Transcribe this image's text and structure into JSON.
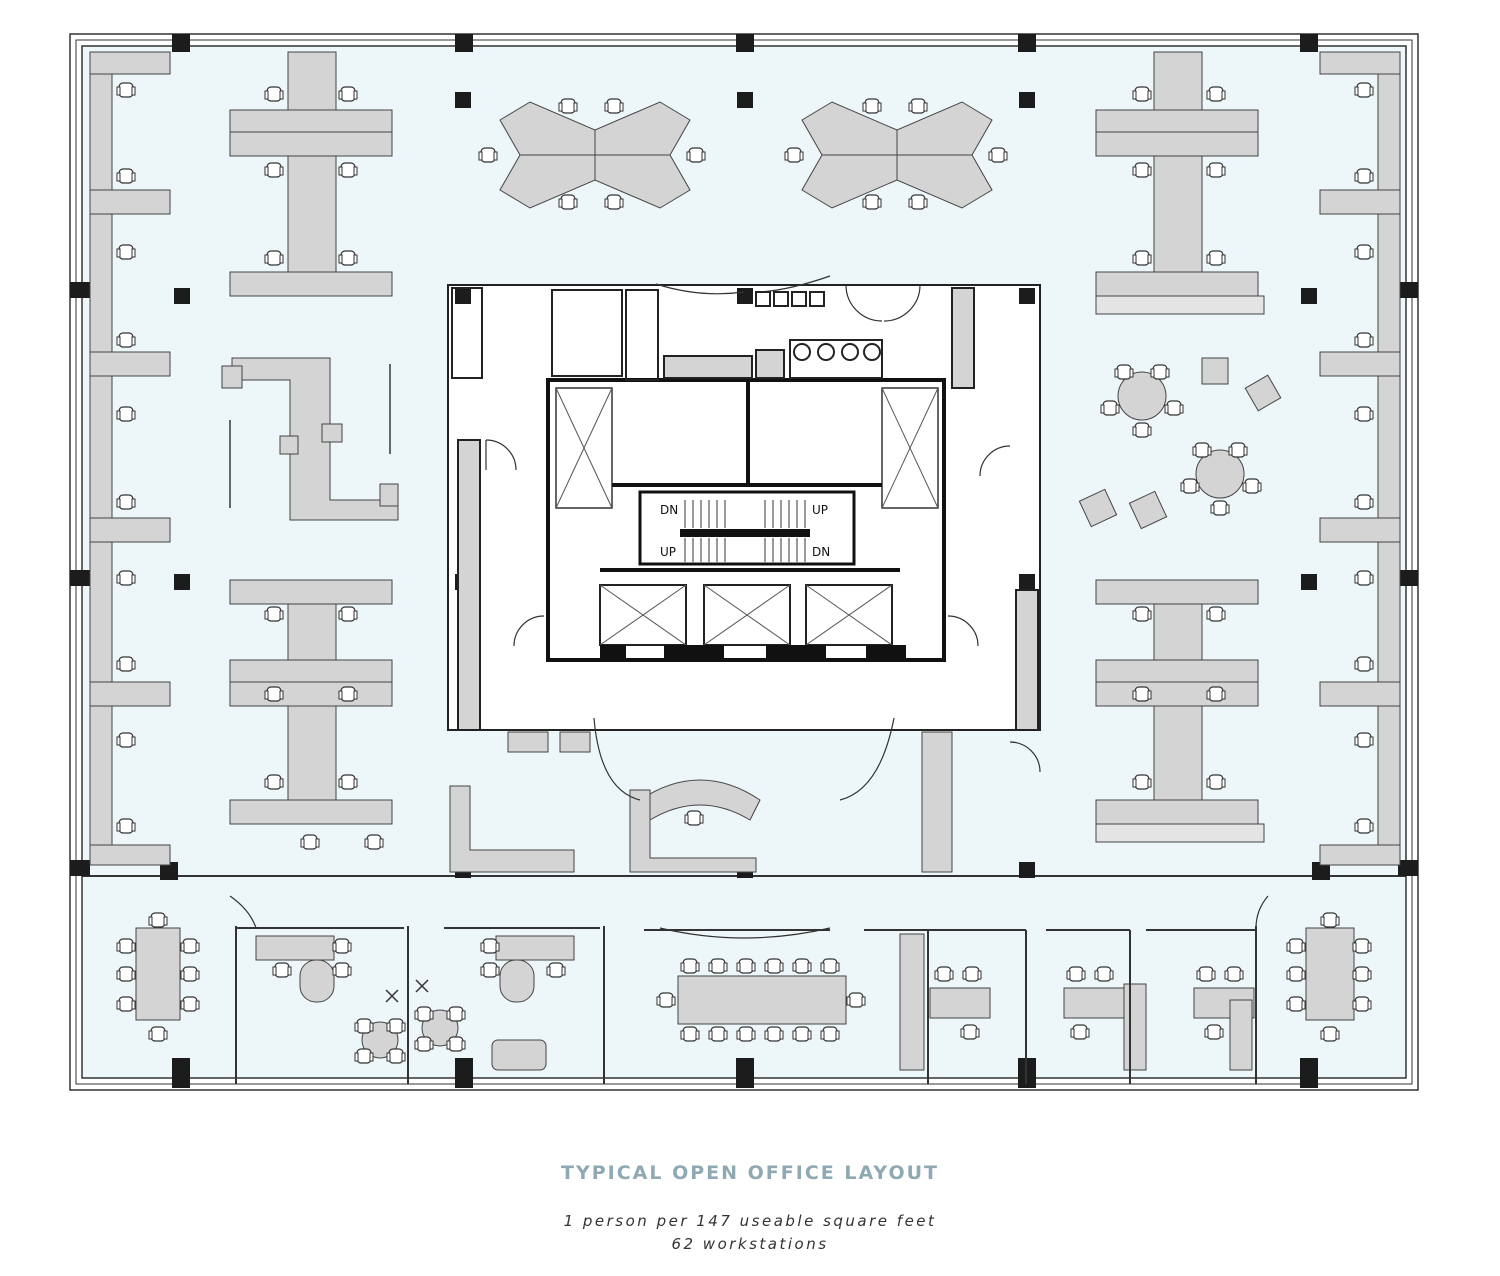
{
  "plan_labels": {
    "dn_top": "DN",
    "up_top": "UP",
    "up_bottom": "UP",
    "dn_bottom": "DN"
  },
  "caption": {
    "title": "TYPICAL OPEN OFFICE LAYOUT",
    "line1": "1 person per 147 useable square feet",
    "line2": "62 workstations"
  },
  "colors": {
    "floor_fill": "#edf6f8",
    "core_fill": "#ffffff",
    "furniture_fill": "#d4d4d4",
    "column_fill": "#1c1c1c",
    "wall_stroke": "#222222",
    "title_color": "#8fa9b3"
  }
}
